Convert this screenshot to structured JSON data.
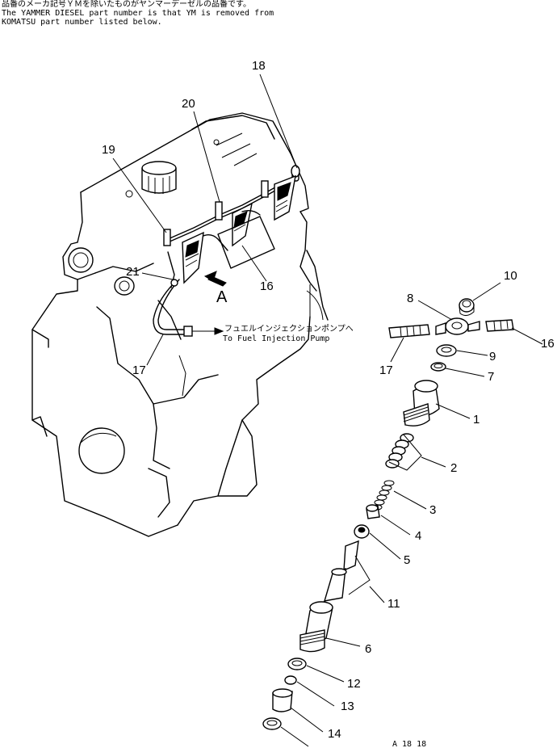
{
  "header": {
    "line1": "品番のメーカ記号ＹＭを除いたものがヤンマーデーゼルの品番です。",
    "line2": "The YAMMER DIESEL part number is that YM is removed from",
    "line3": "KOMATSU part number listed below."
  },
  "callouts": {
    "pump_jp": "フュエルインジェクションポンプへ",
    "pump_en": "To Fuel Injection Pump",
    "view": "A",
    "footer_code": "A 18 18"
  },
  "engine_labels": [
    "18",
    "19",
    "20",
    "21",
    "16",
    "17"
  ],
  "part_labels": [
    "10",
    "8",
    "16",
    "17",
    "9",
    "7",
    "1",
    "2",
    "3",
    "4",
    "5",
    "11",
    "6",
    "12",
    "13",
    "14"
  ]
}
